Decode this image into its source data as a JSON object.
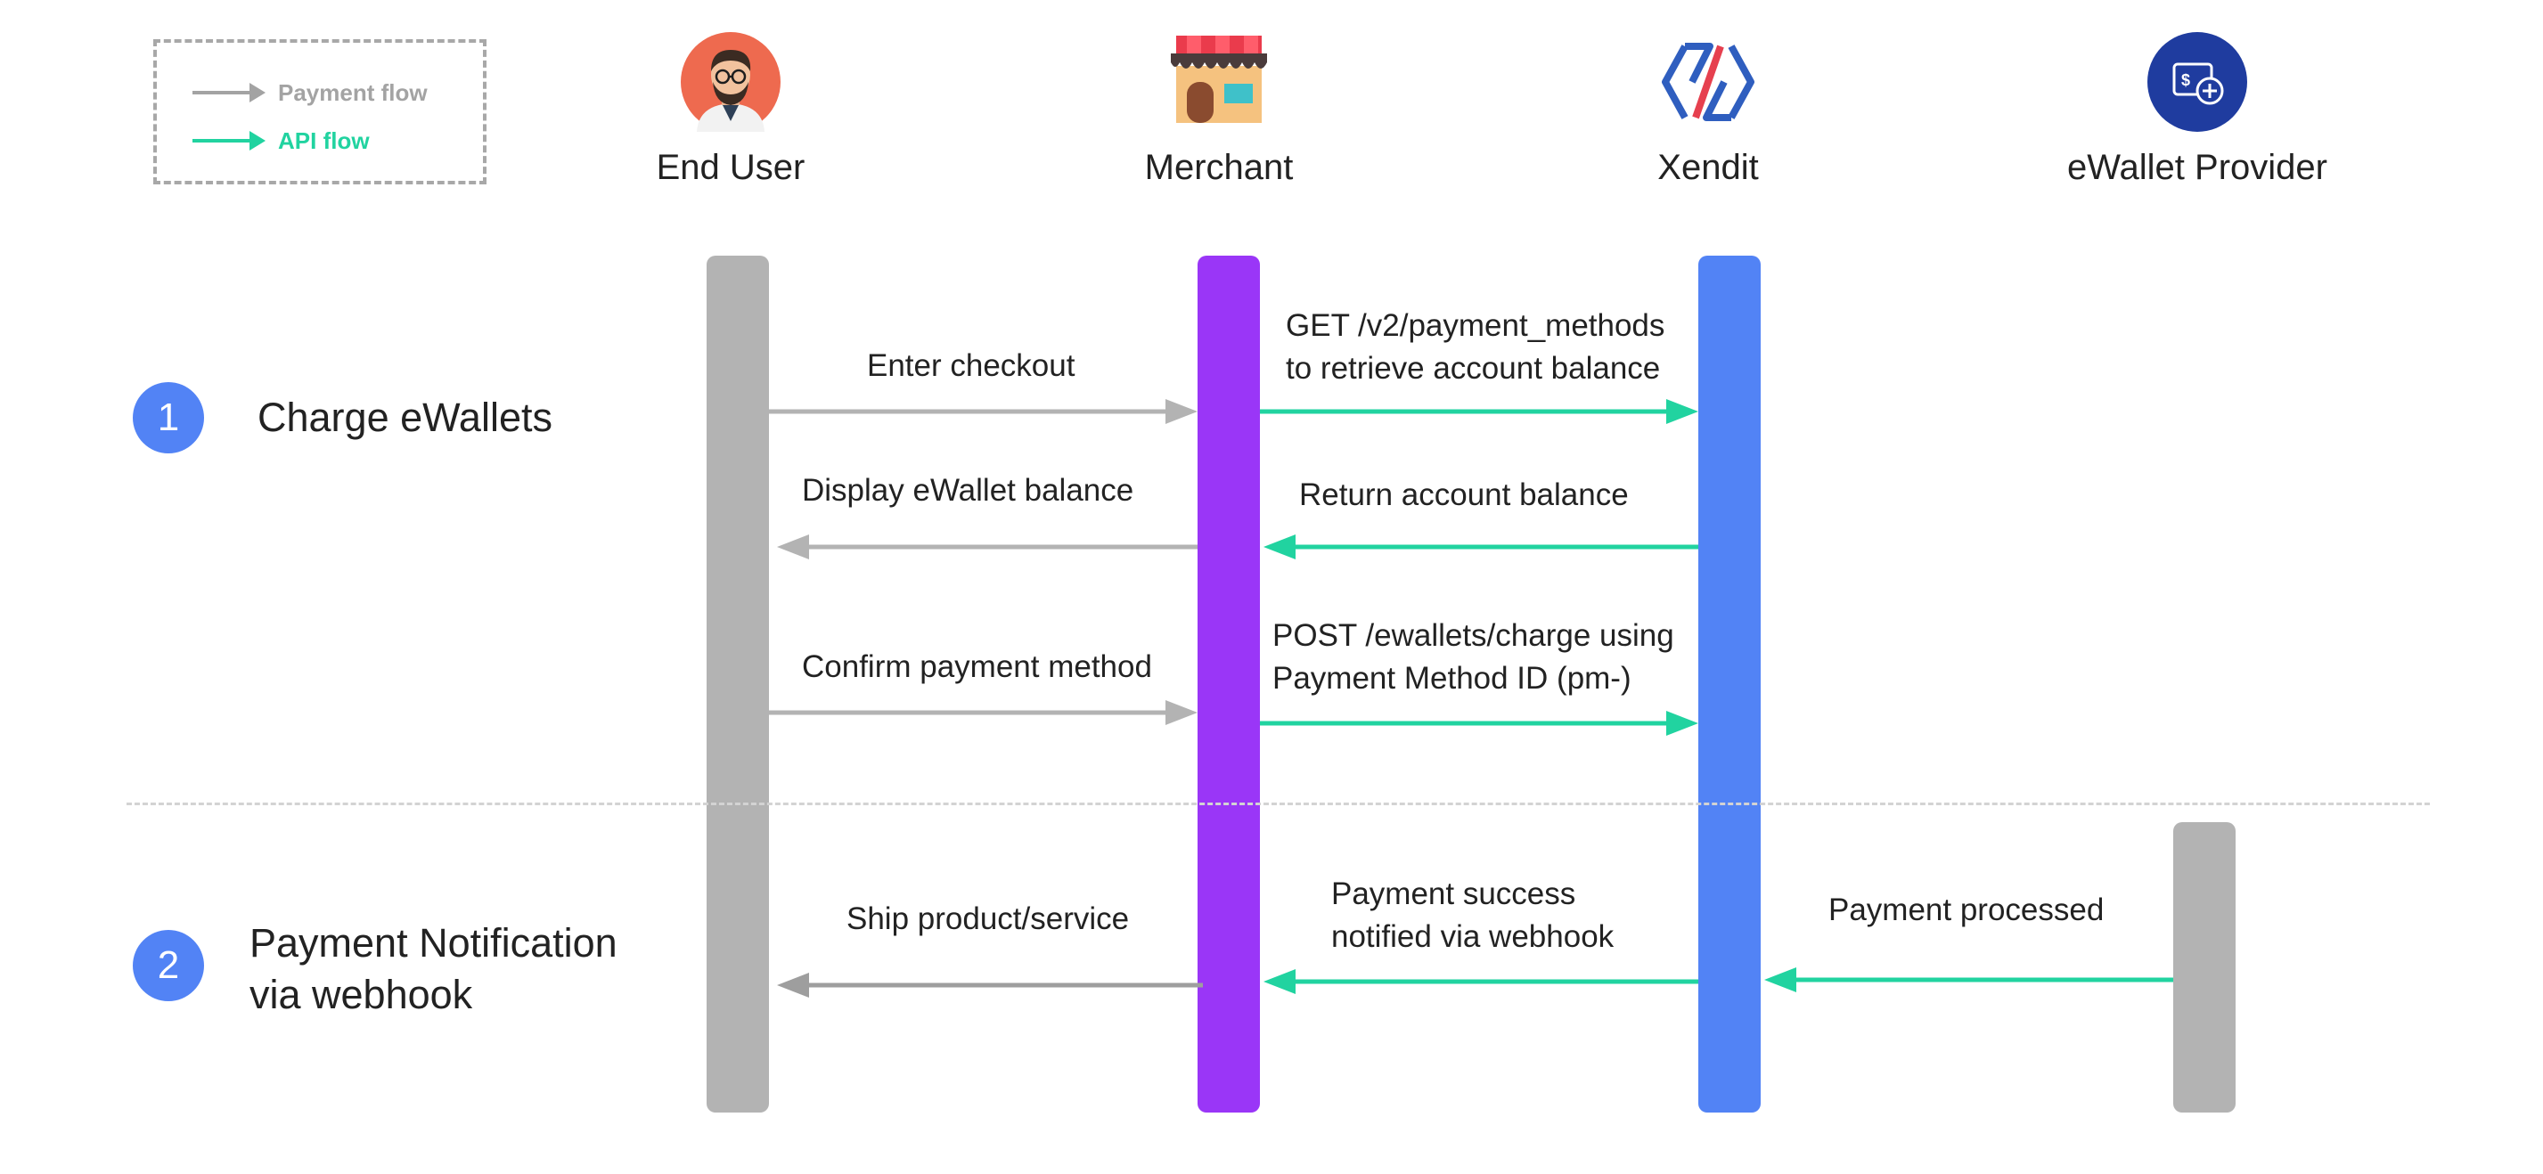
{
  "legend": {
    "payment_flow_label": "Payment flow",
    "api_flow_label": "API flow",
    "payment_flow_color": "#a3a3a3",
    "api_flow_color": "#21d3a0"
  },
  "actors": [
    {
      "name": "End User",
      "icon": "user-avatar-icon",
      "lane_color": "#b3b3b3"
    },
    {
      "name": "Merchant",
      "icon": "store-icon",
      "lane_color": "#9a36f7"
    },
    {
      "name": "Xendit",
      "icon": "xendit-logo-icon",
      "lane_color": "#5283f5"
    },
    {
      "name": "eWallet Provider",
      "icon": "ewallet-icon",
      "lane_color": "#b3b3b3"
    }
  ],
  "steps": [
    {
      "number": "1",
      "title": "Charge eWallets"
    },
    {
      "number": "2",
      "title": "Payment Notification via webhook",
      "title_line1": "Payment Notification",
      "title_line2": "via webhook"
    }
  ],
  "messages": {
    "enter_checkout": "Enter checkout",
    "get_payment_methods_line1": "GET /v2/payment_methods",
    "get_payment_methods_line2": "to retrieve account balance",
    "display_balance": "Display eWallet balance",
    "return_balance": "Return account balance",
    "confirm_method": "Confirm payment method",
    "post_charge_line1": "POST /ewallets/charge using",
    "post_charge_line2": "Payment Method ID (pm-)",
    "ship_product": "Ship product/service",
    "payment_success_line1": "Payment success",
    "payment_success_line2": "notified via webhook",
    "payment_processed": "Payment processed"
  }
}
